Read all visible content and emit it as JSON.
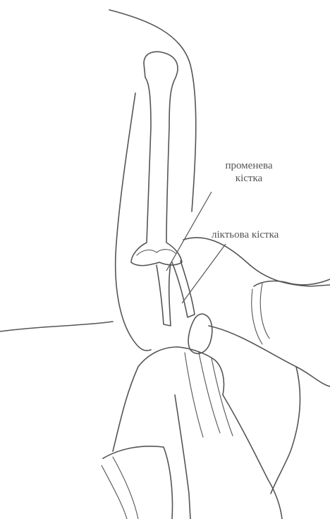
{
  "labels": {
    "radius_line1": "променева",
    "radius_line2": "кістка",
    "ulna": "ліктьова кістка"
  },
  "colors": {
    "ink": "#555555",
    "background": "#ffffff"
  }
}
